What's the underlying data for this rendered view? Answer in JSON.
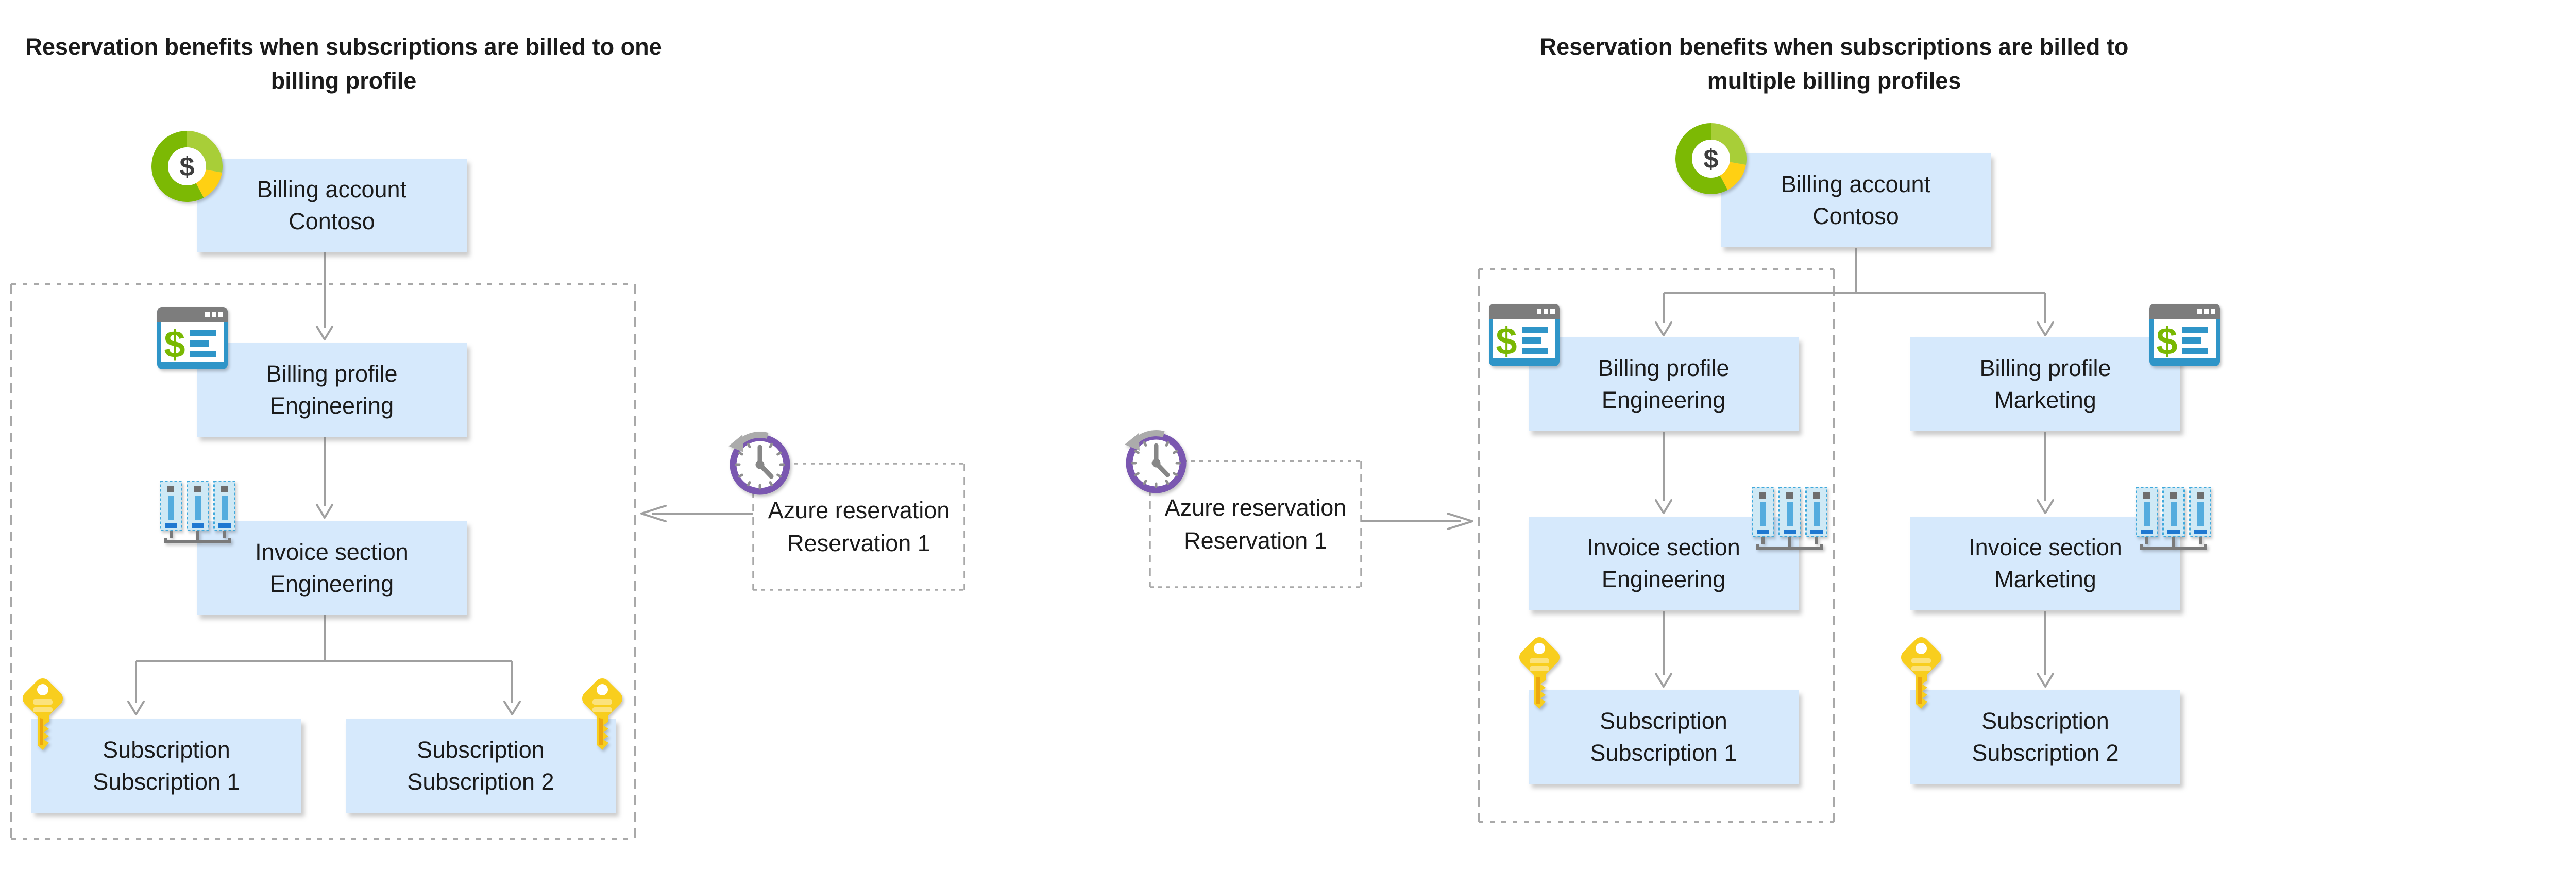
{
  "page": {
    "background": "#ffffff"
  },
  "colors": {
    "box_fill": "#D6E9FC",
    "text": "#1B1B1B",
    "connector": "#A0A0A0",
    "dashed_border": "#A9A9A9",
    "donut_green": "#7CB904",
    "donut_light_green": "#A8CE38",
    "donut_yellow": "#FFD013",
    "window_blue": "#2F95C8",
    "window_gray": "#7D7D7D",
    "dollar_green": "#79B802",
    "invoice_light_blue": "#CFE9F5",
    "invoice_border_blue": "#3FA9DC",
    "invoice_bar_blue": "#54ACDE",
    "invoice_dash_blue": "#1F78D1",
    "invoice_square_gray": "#6E6E6E",
    "key_yellow": "#F8CE1E",
    "key_stripe": "#FBE27D",
    "key_shade": "#ECA70F",
    "clock_purple": "#7A57B0",
    "clock_gray": "#ABABAB",
    "clock_hand": "#878787"
  },
  "icons": {
    "billing_account": "donut-dollar-icon",
    "billing_profile": "billing-window-icon",
    "invoice_section": "invoice-bars-icon",
    "subscription": "key-icon",
    "reservation": "clock-history-icon"
  },
  "left_diagram": {
    "title_line1": "Reservation benefits when subscriptions are billed to one",
    "title_line2": "billing profile",
    "billing_account": {
      "line1": "Billing account",
      "line2": "Contoso"
    },
    "billing_profile": {
      "line1": "Billing profile",
      "line2": "Engineering"
    },
    "invoice_section": {
      "line1": "Invoice section",
      "line2": "Engineering"
    },
    "subscription_1": {
      "line1": "Subscription",
      "line2": "Subscription 1"
    },
    "subscription_2": {
      "line1": "Subscription",
      "line2": "Subscription 2"
    },
    "reservation": {
      "line1": "Azure reservation",
      "line2": "Reservation 1"
    }
  },
  "right_diagram": {
    "title_line1": "Reservation benefits when subscriptions are billed to",
    "title_line2": "multiple billing profiles",
    "billing_account": {
      "line1": "Billing account",
      "line2": "Contoso"
    },
    "billing_profile_engineering": {
      "line1": "Billing profile",
      "line2": "Engineering"
    },
    "billing_profile_marketing": {
      "line1": "Billing profile",
      "line2": "Marketing"
    },
    "invoice_section_engineering": {
      "line1": "Invoice section",
      "line2": "Engineering"
    },
    "invoice_section_marketing": {
      "line1": "Invoice section",
      "line2": "Marketing"
    },
    "subscription_1": {
      "line1": "Subscription",
      "line2": "Subscription 1"
    },
    "subscription_2": {
      "line1": "Subscription",
      "line2": "Subscription 2"
    },
    "reservation": {
      "line1": "Azure reservation",
      "line2": "Reservation 1"
    }
  }
}
